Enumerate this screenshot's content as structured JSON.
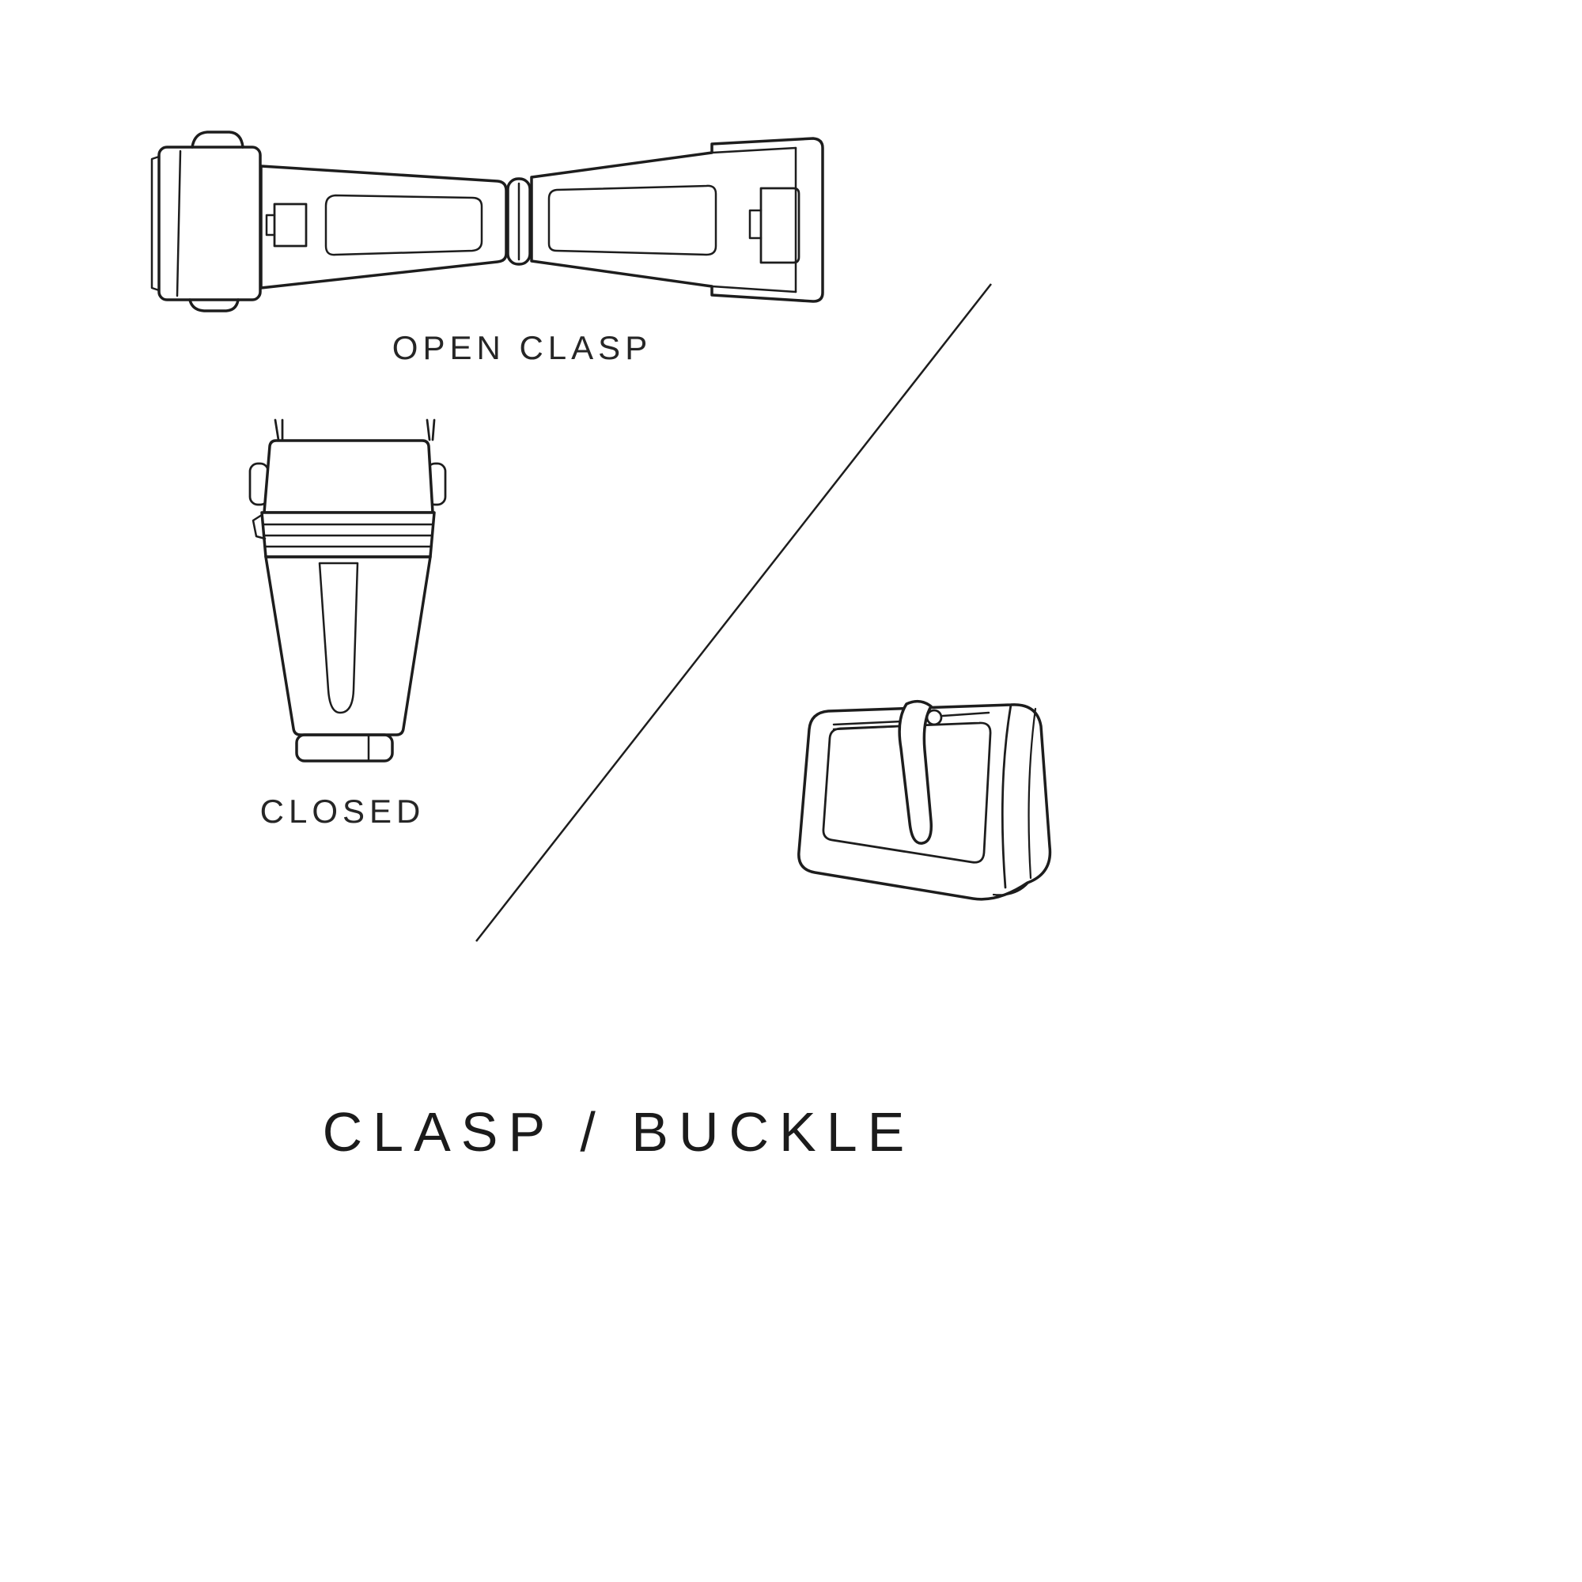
{
  "diagram": {
    "title": "CLASP / BUCKLE",
    "open_clasp_label": "OPEN CLASP",
    "closed_label": "CLOSED",
    "illustrations": [
      "open-clasp",
      "closed-clasp",
      "tang-buckle"
    ],
    "divider": "diagonal-line",
    "colors": {
      "ink": "#1d1d1d",
      "background": "#ffffff"
    }
  }
}
